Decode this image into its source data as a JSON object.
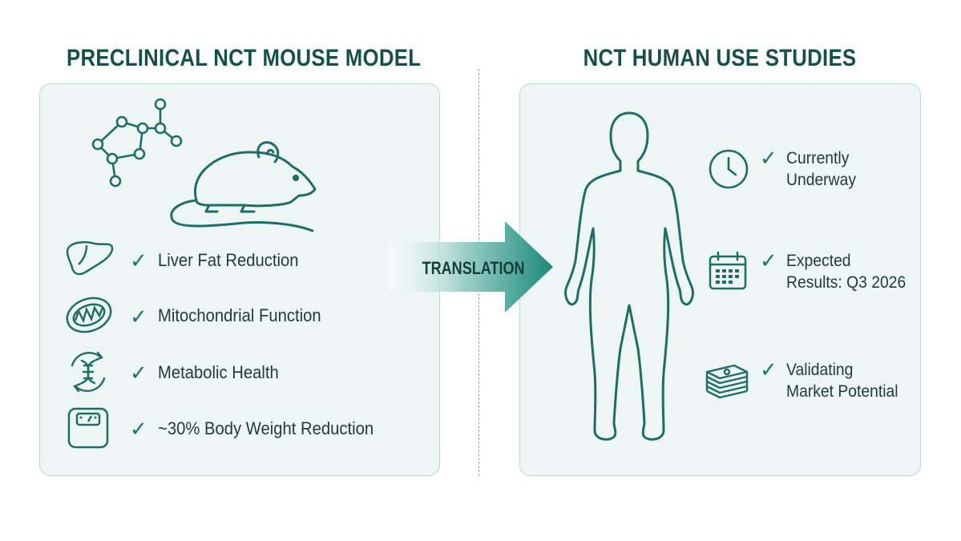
{
  "left_panel": {
    "title": "PRECLINICAL NCT MOUSE MODEL",
    "items": [
      {
        "icon": "liver-icon",
        "label": "Liver Fat Reduction"
      },
      {
        "icon": "mitochondria-icon",
        "label": "Mitochondrial Function"
      },
      {
        "icon": "dna-cycle-icon",
        "label": "Metabolic Health"
      },
      {
        "icon": "scale-icon",
        "label": "~30% Body Weight Reduction"
      }
    ]
  },
  "arrow": {
    "label": "TRANSLATION"
  },
  "right_panel": {
    "title": "NCT HUMAN USE STUDIES",
    "items": [
      {
        "icon": "clock-icon",
        "line1": "Currently",
        "line2": "Underway"
      },
      {
        "icon": "calendar-icon",
        "line1": "Expected",
        "line2": "Results: Q3 2026"
      },
      {
        "icon": "money-stack-icon",
        "line1": "Validating",
        "line2": "Market Potential"
      }
    ]
  },
  "colors": {
    "accent": "#1e6e65",
    "panel_bg": "#eef6f5",
    "panel_border": "#b9d8d3",
    "title": "#16504a"
  }
}
